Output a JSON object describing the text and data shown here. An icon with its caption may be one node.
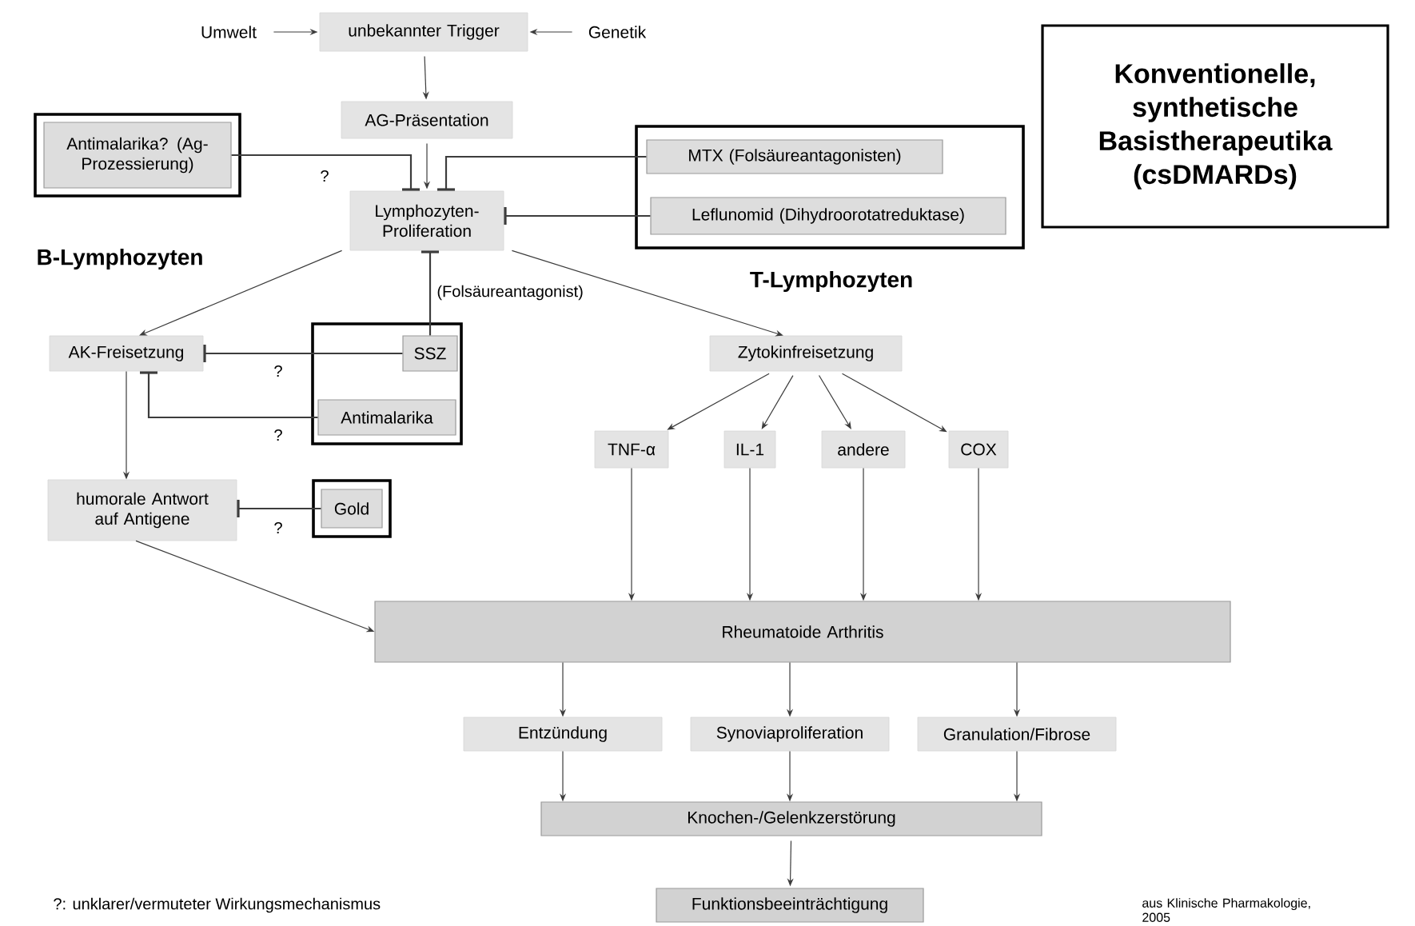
{
  "diagram": {
    "nodes": [
      {
        "text": [
          "Umwelt"
        ]
      },
      {
        "text": [
          "unbekannter Trigger"
        ]
      },
      {
        "text": [
          "Genetik"
        ]
      },
      {
        "text": [
          "AG-Präsentation"
        ]
      },
      {
        "text": [],
        "shape": "box"
      },
      {
        "text": [
          "Antimalarika? (Ag-Prozessierung)"
        ],
        "in": 4
      },
      {
        "text": [
          "Lymphozyten- Proliferation"
        ]
      },
      {
        "text": [],
        "shape": "box"
      },
      {
        "text": [
          "MTX (Folsäureantagonisten)"
        ],
        "in": 7
      },
      {
        "text": [
          "Leflunomid (Dihydroorotatreduktase)"
        ],
        "in": 7
      },
      {
        "text": [
          "AK-Freisetzung"
        ]
      },
      {
        "text": [],
        "shape": "box"
      },
      {
        "text": [
          "SSZ"
        ],
        "in": 11
      },
      {
        "text": [
          "Antimalarika"
        ],
        "in": 11
      },
      {
        "text": [
          "humorale Antwort auf Antigene"
        ]
      },
      {
        "text": [],
        "shape": "box"
      },
      {
        "text": [
          "Gold"
        ],
        "in": 15
      },
      {
        "text": [
          "Zytokinfreisetzung"
        ]
      },
      {
        "text": [
          "TNF-α"
        ]
      },
      {
        "text": [
          "IL-1"
        ]
      },
      {
        "text": [
          "andere"
        ]
      },
      {
        "text": [
          "COX"
        ]
      },
      {
        "text": [
          "Rheumatoide Arthritis"
        ]
      },
      {
        "text": [
          "Entzündung"
        ]
      },
      {
        "text": [
          "Synoviaproliferation"
        ]
      },
      {
        "text": [
          "Granulation/Fibrose"
        ]
      },
      {
        "text": [
          "Knochen-/Gelenkzerstörung"
        ]
      },
      {
        "text": [
          "Funktionsbeeinträchtigung"
        ]
      },
      {
        "text": [
          "Konventionelle, synthetische Basistherapeutika (csDMARDs)"
        ]
      }
    ],
    "edges": [
      {
        "from": 0,
        "to": 1,
        "arrow": "to"
      },
      {
        "from": 2,
        "to": 1,
        "arrow": "to"
      },
      {
        "from": 1,
        "to": 3,
        "arrow": "to"
      },
      {
        "from": 3,
        "to": 6,
        "arrow": "to"
      },
      {
        "from": 5,
        "to": 6,
        "arrow": "other",
        "label": "?"
      },
      {
        "from": 8,
        "to": 6,
        "arrow": "other"
      },
      {
        "from": 9,
        "to": 6,
        "arrow": "other"
      },
      {
        "from": 12,
        "to": 6,
        "arrow": "other",
        "label": "(Folsäureantagonist)"
      },
      {
        "from": 6,
        "to": 10,
        "arrow": "to"
      },
      {
        "from": 6,
        "to": 17,
        "arrow": "to"
      },
      {
        "from": 12,
        "to": 10,
        "arrow": "other",
        "label": "?"
      },
      {
        "from": 13,
        "to": 10,
        "arrow": "other",
        "label": "?"
      },
      {
        "from": 10,
        "to": 14,
        "arrow": "to"
      },
      {
        "from": 16,
        "to": 14,
        "arrow": "other",
        "label": "?"
      },
      {
        "from": 14,
        "to": 22,
        "arrow": "to"
      },
      {
        "from": 17,
        "to": 18,
        "arrow": "to"
      },
      {
        "from": 17,
        "to": 19,
        "arrow": "to"
      },
      {
        "from": 17,
        "to": 20,
        "arrow": "to"
      },
      {
        "from": 17,
        "to": 21,
        "arrow": "to"
      },
      {
        "from": 18,
        "to": 22,
        "arrow": "to"
      },
      {
        "from": 19,
        "to": 22,
        "arrow": "to"
      },
      {
        "from": 20,
        "to": 22,
        "arrow": "to"
      },
      {
        "from": 21,
        "to": 22,
        "arrow": "to"
      },
      {
        "from": 22,
        "to": 23,
        "arrow": "to"
      },
      {
        "from": 22,
        "to": 24,
        "arrow": "to"
      },
      {
        "from": 22,
        "to": 25,
        "arrow": "to"
      },
      {
        "from": 23,
        "to": 26,
        "arrow": "to"
      },
      {
        "from": 24,
        "to": 26,
        "arrow": "to"
      },
      {
        "from": 25,
        "to": 26,
        "arrow": "to"
      },
      {
        "from": 26,
        "to": 27,
        "arrow": "to"
      }
    ],
    "labels": [
      "B-Lymphozyten",
      "T-Lymphozyten",
      "?: unklarer/vermuteter Wirkungsmechanismus",
      "aus Klinische Pharmakologie, 2005"
    ]
  }
}
